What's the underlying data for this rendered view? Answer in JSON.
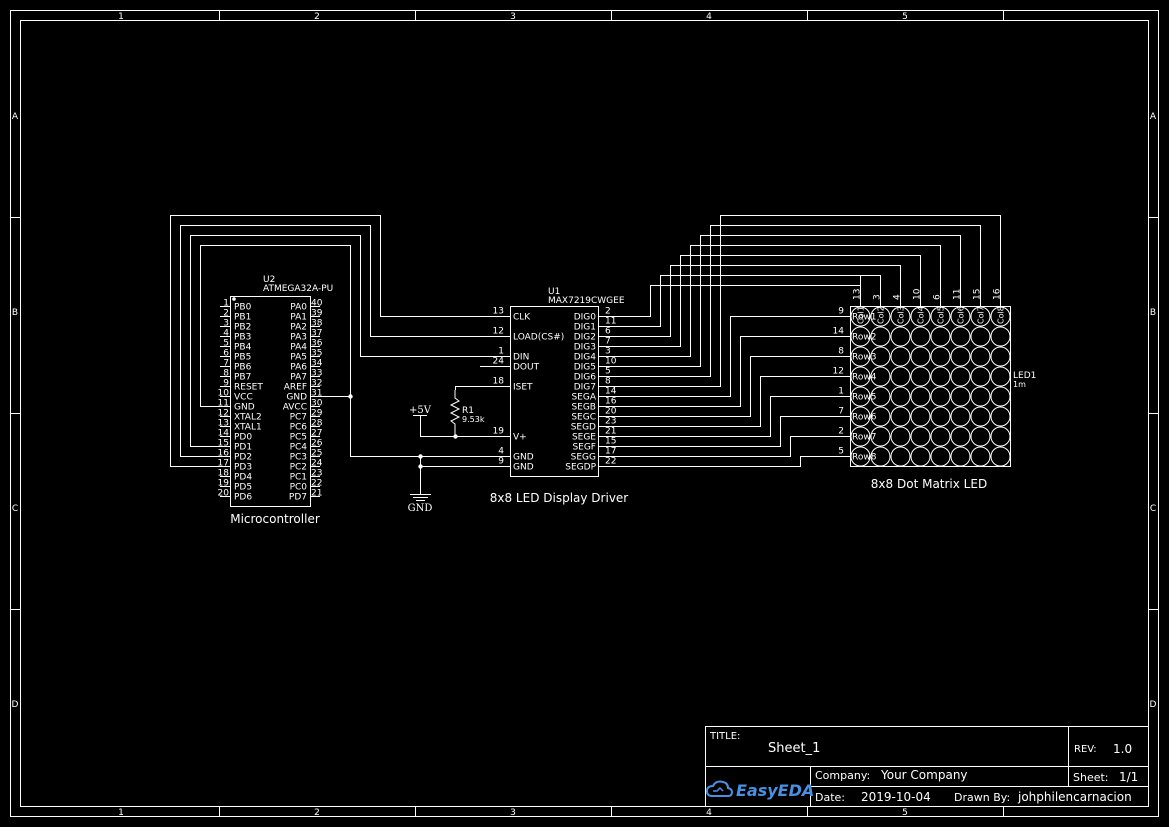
{
  "frame": {
    "col_labels": [
      "1",
      "2",
      "3",
      "4",
      "5"
    ],
    "row_labels": [
      "A",
      "B",
      "C",
      "D"
    ]
  },
  "u2": {
    "ref": "U2",
    "part": "ATMEGA32A-PU",
    "caption": "Microcontroller",
    "left_pins": [
      {
        "num": "1",
        "name": "PB0"
      },
      {
        "num": "2",
        "name": "PB1"
      },
      {
        "num": "3",
        "name": "PB2"
      },
      {
        "num": "4",
        "name": "PB3"
      },
      {
        "num": "5",
        "name": "PB4"
      },
      {
        "num": "6",
        "name": "PB5"
      },
      {
        "num": "7",
        "name": "PB6"
      },
      {
        "num": "8",
        "name": "PB7"
      },
      {
        "num": "9",
        "name": "RESET"
      },
      {
        "num": "10",
        "name": "VCC"
      },
      {
        "num": "11",
        "name": "GND"
      },
      {
        "num": "12",
        "name": "XTAL2"
      },
      {
        "num": "13",
        "name": "XTAL1"
      },
      {
        "num": "14",
        "name": "PD0"
      },
      {
        "num": "15",
        "name": "PD1"
      },
      {
        "num": "16",
        "name": "PD2"
      },
      {
        "num": "17",
        "name": "PD3"
      },
      {
        "num": "18",
        "name": "PD4"
      },
      {
        "num": "19",
        "name": "PD5"
      },
      {
        "num": "20",
        "name": "PD6"
      }
    ],
    "right_pins": [
      {
        "num": "40",
        "name": "PA0"
      },
      {
        "num": "39",
        "name": "PA1"
      },
      {
        "num": "38",
        "name": "PA2"
      },
      {
        "num": "37",
        "name": "PA3"
      },
      {
        "num": "36",
        "name": "PA4"
      },
      {
        "num": "35",
        "name": "PA5"
      },
      {
        "num": "34",
        "name": "PA6"
      },
      {
        "num": "33",
        "name": "PA7"
      },
      {
        "num": "32",
        "name": "AREF"
      },
      {
        "num": "31",
        "name": "GND"
      },
      {
        "num": "30",
        "name": "AVCC"
      },
      {
        "num": "29",
        "name": "PC7"
      },
      {
        "num": "28",
        "name": "PC6"
      },
      {
        "num": "27",
        "name": "PC5"
      },
      {
        "num": "26",
        "name": "PC4"
      },
      {
        "num": "25",
        "name": "PC3"
      },
      {
        "num": "24",
        "name": "PC2"
      },
      {
        "num": "23",
        "name": "PC1"
      },
      {
        "num": "22",
        "name": "PC0"
      },
      {
        "num": "21",
        "name": "PD7"
      }
    ]
  },
  "u1": {
    "ref": "U1",
    "part": "MAX7219CWGEE",
    "caption": "8x8 LED Display Driver",
    "left_pins": [
      {
        "num": "13",
        "name": "CLK"
      },
      {
        "num": "12",
        "name": "LOAD(CS#)"
      },
      {
        "num": "1",
        "name": "DIN"
      },
      {
        "num": "24",
        "name": "DOUT"
      },
      {
        "num": "18",
        "name": "ISET"
      },
      {
        "num": "19",
        "name": "V+"
      },
      {
        "num": "4",
        "name": "GND"
      },
      {
        "num": "9",
        "name": "GND"
      }
    ],
    "right_pins": [
      {
        "num": "2",
        "name": "DIG0"
      },
      {
        "num": "11",
        "name": "DIG1"
      },
      {
        "num": "6",
        "name": "DIG2"
      },
      {
        "num": "7",
        "name": "DIG3"
      },
      {
        "num": "3",
        "name": "DIG4"
      },
      {
        "num": "10",
        "name": "DIG5"
      },
      {
        "num": "5",
        "name": "DIG6"
      },
      {
        "num": "8",
        "name": "DIG7"
      },
      {
        "num": "14",
        "name": "SEGA"
      },
      {
        "num": "16",
        "name": "SEGB"
      },
      {
        "num": "20",
        "name": "SEGC"
      },
      {
        "num": "23",
        "name": "SEGD"
      },
      {
        "num": "21",
        "name": "SEGE"
      },
      {
        "num": "15",
        "name": "SEGF"
      },
      {
        "num": "17",
        "name": "SEGG"
      },
      {
        "num": "22",
        "name": "SEGDP"
      }
    ]
  },
  "r1": {
    "ref": "R1",
    "value": "9.53k"
  },
  "power": {
    "vcc_label": "+5V",
    "gnd_label": "GND"
  },
  "led1": {
    "ref": "LED1",
    "value": "1m",
    "caption": "8x8 Dot Matrix LED",
    "rows": [
      {
        "num": "9",
        "name": "Row1"
      },
      {
        "num": "14",
        "name": "Row2"
      },
      {
        "num": "8",
        "name": "Row3"
      },
      {
        "num": "12",
        "name": "Row4"
      },
      {
        "num": "1",
        "name": "Row5"
      },
      {
        "num": "7",
        "name": "Row6"
      },
      {
        "num": "2",
        "name": "Row7"
      },
      {
        "num": "5",
        "name": "Row8"
      }
    ],
    "cols": [
      {
        "num": "13",
        "name": "Col1"
      },
      {
        "num": "3",
        "name": "Col2"
      },
      {
        "num": "4",
        "name": "Col3"
      },
      {
        "num": "10",
        "name": "Col4"
      },
      {
        "num": "6",
        "name": "Col5"
      },
      {
        "num": "11",
        "name": "Col6"
      },
      {
        "num": "15",
        "name": "Col7"
      },
      {
        "num": "16",
        "name": "Col8"
      }
    ]
  },
  "title_block": {
    "title_label": "TITLE:",
    "title": "Sheet_1",
    "rev_label": "REV:",
    "rev": "1.0",
    "brand": "EasyEDA",
    "company_label": "Company:",
    "company": "Your Company",
    "sheet_label": "Sheet:",
    "sheet": "1/1",
    "date_label": "Date:",
    "date": "2019-10-04",
    "drawn_label": "Drawn By:",
    "drawn": "johphilencarnacion"
  }
}
